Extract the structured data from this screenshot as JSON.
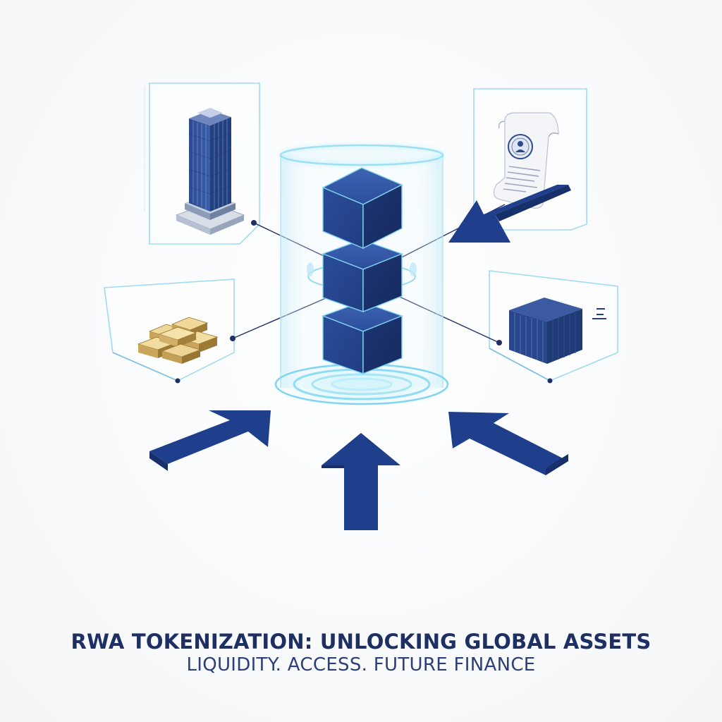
{
  "caption": {
    "title": "RWA TOKENIZATION: UNLOCKING GLOBAL ASSETS",
    "subtitle": "LIQUIDITY. ACCESS. FUTURE FINANCE"
  },
  "assets": [
    {
      "name": "building",
      "icon": "skyscraper-icon"
    },
    {
      "name": "gold",
      "icon": "gold-bars-icon"
    },
    {
      "name": "document",
      "icon": "deed-scroll-icon"
    },
    {
      "name": "container",
      "icon": "shipping-container-icon"
    }
  ],
  "colors": {
    "navy": "#1f3f8c",
    "navy_dark": "#172f6b",
    "glow": "#7fd4f0",
    "panel_stroke": "#9fdcf2",
    "gold": "#c9a55a"
  }
}
